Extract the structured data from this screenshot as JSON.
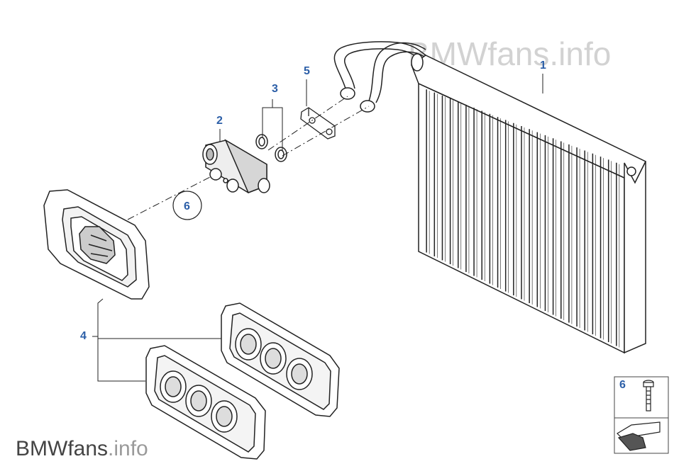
{
  "watermark": {
    "brand": "BMWfans",
    "suffix": ".info"
  },
  "callouts": {
    "evaporator": "1",
    "expansion_valve": "2",
    "gaskets": "3",
    "seals": "4",
    "bracket": "5",
    "screw": "6"
  },
  "legend": {
    "screw_label": "6"
  },
  "colors": {
    "callout": "#2b5ea7",
    "line": "#222222",
    "watermark_light": "#d2d2d2",
    "watermark_dark": "#444444"
  }
}
